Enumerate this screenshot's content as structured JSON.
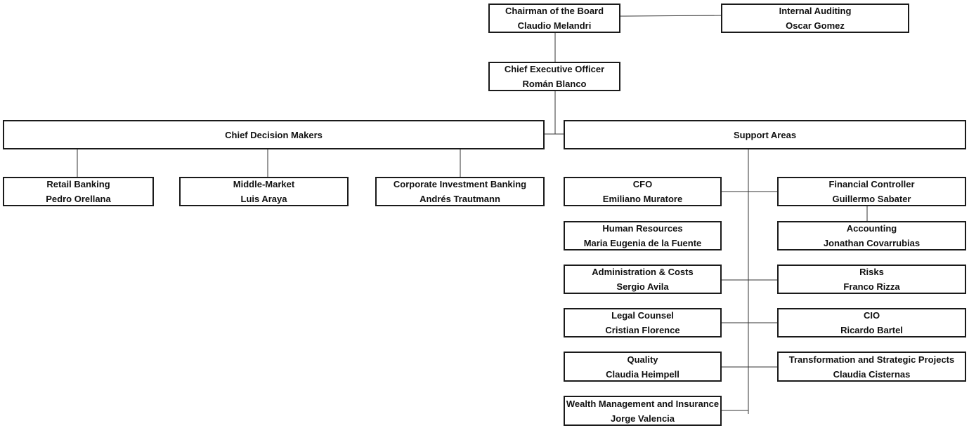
{
  "colors": {
    "border": "#1a1a1a",
    "line": "#333333",
    "text": "#111111",
    "background": "#ffffff"
  },
  "chairman": {
    "title": "Chairman of the Board",
    "name": "Claudio Melandri"
  },
  "internal_auditing": {
    "title": "Internal Auditing",
    "name": "Oscar Gomez"
  },
  "ceo": {
    "title": "Chief Executive Officer",
    "name": "Román Blanco"
  },
  "chief_decision_makers": {
    "title": "Chief Decision Makers"
  },
  "support_areas": {
    "title": "Support Areas"
  },
  "retail_banking": {
    "title": "Retail Banking",
    "name": "Pedro Orellana"
  },
  "middle_market": {
    "title": "Middle-Market",
    "name": "Luis Araya"
  },
  "corporate_investment_banking": {
    "title": "Corporate Investment Banking",
    "name": "Andrés Trautmann"
  },
  "cfo": {
    "title": "CFO",
    "name": "Emiliano Muratore"
  },
  "financial_controller": {
    "title": "Financial Controller",
    "name": "Guillermo Sabater"
  },
  "human_resources": {
    "title": "Human Resources",
    "name": "Maria Eugenia de la Fuente"
  },
  "accounting": {
    "title": "Accounting",
    "name": "Jonathan Covarrubias"
  },
  "administration_costs": {
    "title": "Administration & Costs",
    "name": "Sergio Avila"
  },
  "risks": {
    "title": "Risks",
    "name": "Franco Rizza"
  },
  "legal_counsel": {
    "title": "Legal Counsel",
    "name": "Cristian Florence"
  },
  "cio": {
    "title": "CIO",
    "name": "Ricardo Bartel"
  },
  "quality": {
    "title": "Quality",
    "name": "Claudia Heimpell"
  },
  "transformation_strategic_projects": {
    "title": "Transformation and Strategic Projects",
    "name": "Claudia Cisternas"
  },
  "wealth_management_insurance": {
    "title": "Wealth Management and Insurance",
    "name": "Jorge Valencia"
  }
}
